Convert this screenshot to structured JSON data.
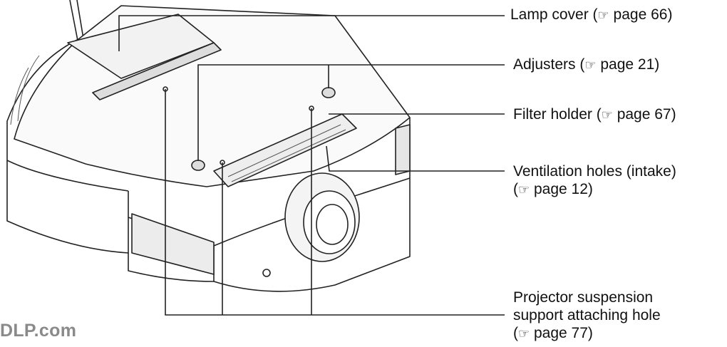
{
  "callouts": {
    "lamp_cover": {
      "label": "Lamp cover",
      "page": "page 66"
    },
    "adjusters": {
      "label": "Adjusters",
      "page": "page 21"
    },
    "filter_holder": {
      "label": "Filter holder",
      "page": "page 67"
    },
    "ventilation": {
      "label": "Ventilation holes (intake)",
      "page": "page 12"
    },
    "suspension": {
      "line1": "Projector suspension",
      "line2": "support attaching hole",
      "page": "page 77"
    }
  },
  "ref_icon": "pointing-hand-icon",
  "watermark": "DLP.com",
  "colors": {
    "text": "#111111",
    "line": "#222222",
    "watermark": "#8a8a8a"
  }
}
